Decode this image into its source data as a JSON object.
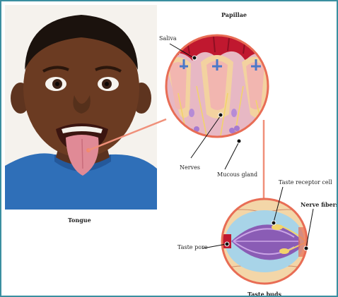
{
  "labels": {
    "papillae": "Papillae",
    "saliva": "Saliva",
    "nerves": "Nerves",
    "mucous_gland": "Mucous gland",
    "tongue": "Tongue",
    "taste_receptor_cell": "Taste receptor cell",
    "nerve_fibers": "Nerve fibers",
    "taste_pore": "Taste pore",
    "taste_buds": "Taste buds"
  },
  "colors": {
    "frame_border": "#3a8fa0",
    "connector": "#f0907a",
    "circle_border": "#e86d55",
    "tissue_pink": "#e9b4bf",
    "blood_red": "#c0182f",
    "nerve_yellow": "#f2d36b",
    "vessel_blue": "#4a78c8",
    "bud_purple": "#9a6fc0"
  }
}
